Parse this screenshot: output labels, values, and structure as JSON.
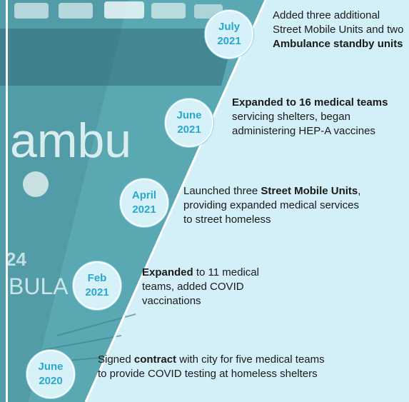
{
  "colors": {
    "background_panel": "#d3eff8",
    "badge_fill": "#d6f1f8",
    "badge_text": "#2aa6cf",
    "ambulance": "#56a9b2"
  },
  "photo": {
    "vehicle_text_1": "ambu",
    "vehicle_text_2": "BULA",
    "vehicle_number": "24"
  },
  "timeline": [
    {
      "month": "July",
      "year": "2021",
      "parts": [
        {
          "text": "Added three additional Street Mobile Units and two ",
          "bold": false
        },
        {
          "text": "Ambulance standby units",
          "bold": true
        }
      ]
    },
    {
      "month": "June",
      "year": "2021",
      "parts": [
        {
          "text": "Expanded to 16 medical teams",
          "bold": true
        },
        {
          "text": " servicing shelters, began administering HEP-A vaccines",
          "bold": false
        }
      ]
    },
    {
      "month": "April",
      "year": "2021",
      "parts": [
        {
          "text": "Launched three ",
          "bold": false
        },
        {
          "text": "Street Mobile Units",
          "bold": true
        },
        {
          "text": ", providing expanded medical services to street homeless",
          "bold": false
        }
      ]
    },
    {
      "month": "Feb",
      "year": "2021",
      "parts": [
        {
          "text": "Expanded",
          "bold": true
        },
        {
          "text": " to 11 medical teams, added COVID vaccinations",
          "bold": false
        }
      ]
    },
    {
      "month": "June",
      "year": "2020",
      "parts": [
        {
          "text": "Signed ",
          "bold": false
        },
        {
          "text": "contract",
          "bold": true
        },
        {
          "text": " with city for five medical teams to provide COVID testing at homeless shelters",
          "bold": false
        }
      ]
    }
  ]
}
